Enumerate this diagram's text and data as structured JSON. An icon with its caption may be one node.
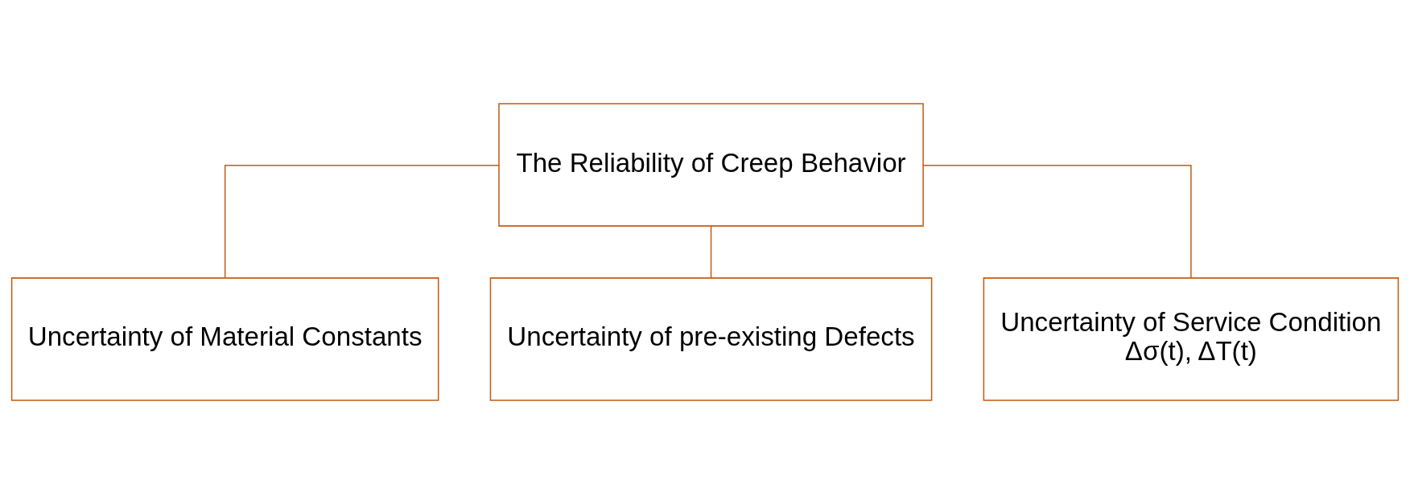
{
  "diagram": {
    "nodes": [
      {
        "text": [
          "The Reliability of Creep Behavior"
        ]
      },
      {
        "text": [
          "Uncertainty of Material Constants"
        ]
      },
      {
        "text": [
          "Uncertainty of pre-existing Defects"
        ]
      },
      {
        "text": [
          "Uncertainty of Service Condition",
          "Δσ(t), ΔT(t)"
        ]
      }
    ],
    "edges": [
      {
        "from": 0,
        "to": 1,
        "arrow": "none"
      },
      {
        "from": 0,
        "to": 2,
        "arrow": "none"
      },
      {
        "from": 0,
        "to": 3,
        "arrow": "none"
      }
    ]
  }
}
